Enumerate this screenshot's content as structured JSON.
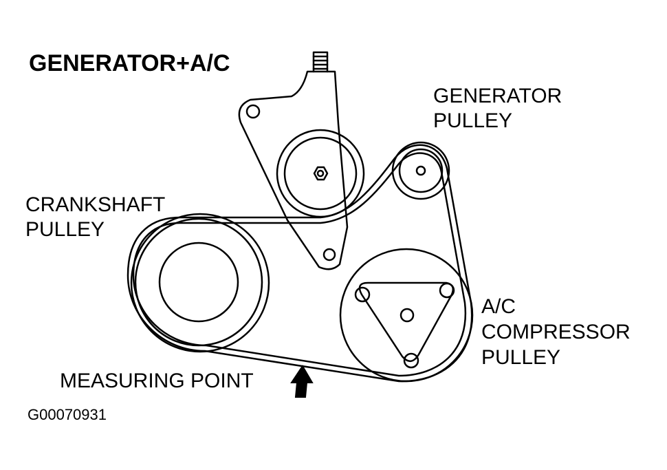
{
  "diagram": {
    "title": "GENERATOR+A/C",
    "labels": {
      "generator_pulley": [
        "GENERATOR",
        "PULLEY"
      ],
      "crankshaft_pulley": [
        "CRANKSHAFT",
        "PULLEY"
      ],
      "ac_compressor_pulley": [
        "A/C",
        "COMPRESSOR",
        "PULLEY"
      ],
      "measuring_point": "MEASURING POINT"
    },
    "figure_code": "G00070931"
  },
  "colors": {
    "ink": "#000000",
    "background": "#ffffff"
  }
}
